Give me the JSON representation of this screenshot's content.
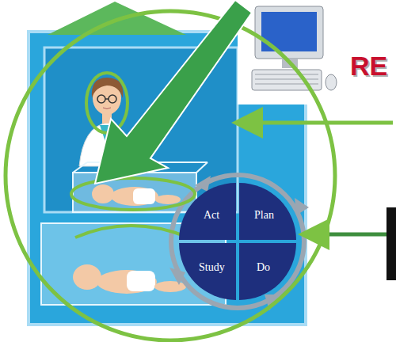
{
  "diagram": {
    "nodes": [
      {
        "text": [
          "Act"
        ]
      },
      {
        "text": [
          "Plan"
        ]
      },
      {
        "text": [
          "Study"
        ]
      },
      {
        "text": [
          "Do"
        ]
      }
    ],
    "labels": [
      "RE"
    ]
  }
}
